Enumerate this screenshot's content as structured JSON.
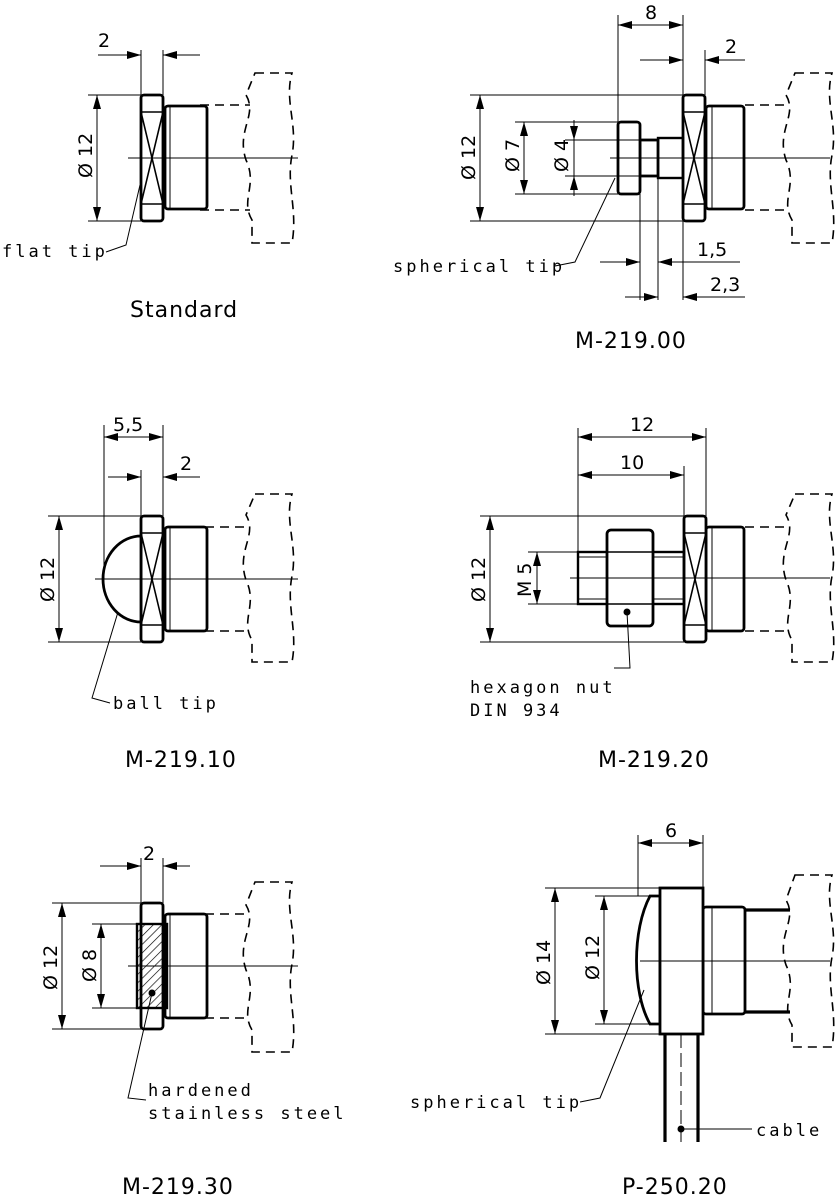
{
  "drawings": {
    "standard": {
      "title": "Standard",
      "dims": [
        "2",
        "Ø 12"
      ],
      "callouts": [
        "flat tip"
      ]
    },
    "m21900": {
      "title": "M-219.00",
      "dims": [
        "8",
        "2",
        "Ø 12",
        "Ø 7",
        "Ø 4",
        "1,5",
        "2,3"
      ],
      "callouts": [
        "spherical tip"
      ]
    },
    "m21910": {
      "title": "M-219.10",
      "dims": [
        "5,5",
        "2",
        "Ø 12"
      ],
      "callouts": [
        "ball tip"
      ]
    },
    "m21920": {
      "title": "M-219.20",
      "dims": [
        "12",
        "10",
        "Ø 12",
        "M 5"
      ],
      "callouts": [
        "hexagon nut",
        "DIN 934"
      ]
    },
    "m21930": {
      "title": "M-219.30",
      "dims": [
        "2",
        "Ø 12",
        "Ø 8"
      ],
      "callouts": [
        "hardened",
        "stainless steel"
      ]
    },
    "p25020": {
      "title": "P-250.20",
      "dims": [
        "6",
        "Ø 14",
        "Ø 12"
      ],
      "callouts": [
        "spherical tip",
        "cable"
      ]
    }
  }
}
